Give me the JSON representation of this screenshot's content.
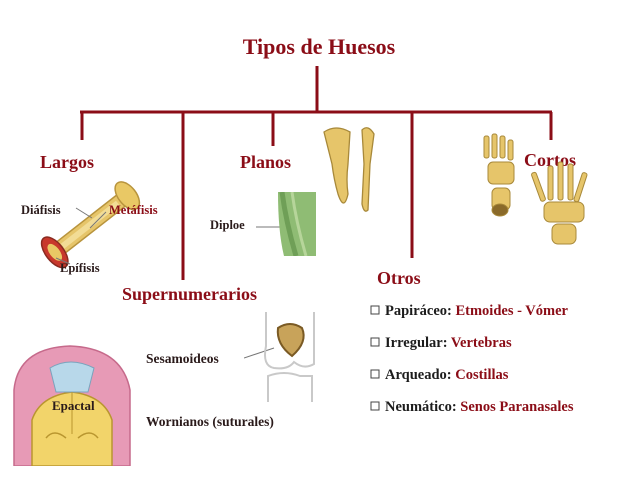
{
  "title": "Tipos de Huesos",
  "colors": {
    "line": "#8b0d17",
    "heading": "#8b0d17",
    "bone": "#e6c56a",
    "bone_dark": "#b8943d"
  },
  "categories": {
    "largos": "Largos",
    "planos": "Planos",
    "cortos": "Cortos",
    "supernumerarios": "Supernumerarios",
    "otros": "Otros"
  },
  "largos_labels": {
    "diafisis": "Diáfisis",
    "metafisis": "Metáfisis",
    "epifisis": "Epífisis"
  },
  "planos_labels": {
    "diploe": "Diploe"
  },
  "supernumerarios_labels": {
    "sesamoideos": "Sesamoideos",
    "wormianos": "Wornianos (suturales)",
    "epactal": "Epactal"
  },
  "otros_items": [
    {
      "label": "Papiráceo:",
      "example": "Etmoides - Vómer"
    },
    {
      "label": "Irregular:",
      "example": "Vertebras"
    },
    {
      "label": "Arqueado:",
      "example": "Costillas"
    },
    {
      "label": "Neumático:",
      "example": "Senos Paranasales"
    }
  ],
  "icons": {
    "bullet": "square-bullet-icon",
    "long_bone": "long-bone-illustration",
    "flat_bone": "flat-bone-section-illustration",
    "short_bones": "hand-foot-bones-illustration",
    "sesamoid": "patella-knee-illustration",
    "skull": "skull-epactal-illustration"
  }
}
